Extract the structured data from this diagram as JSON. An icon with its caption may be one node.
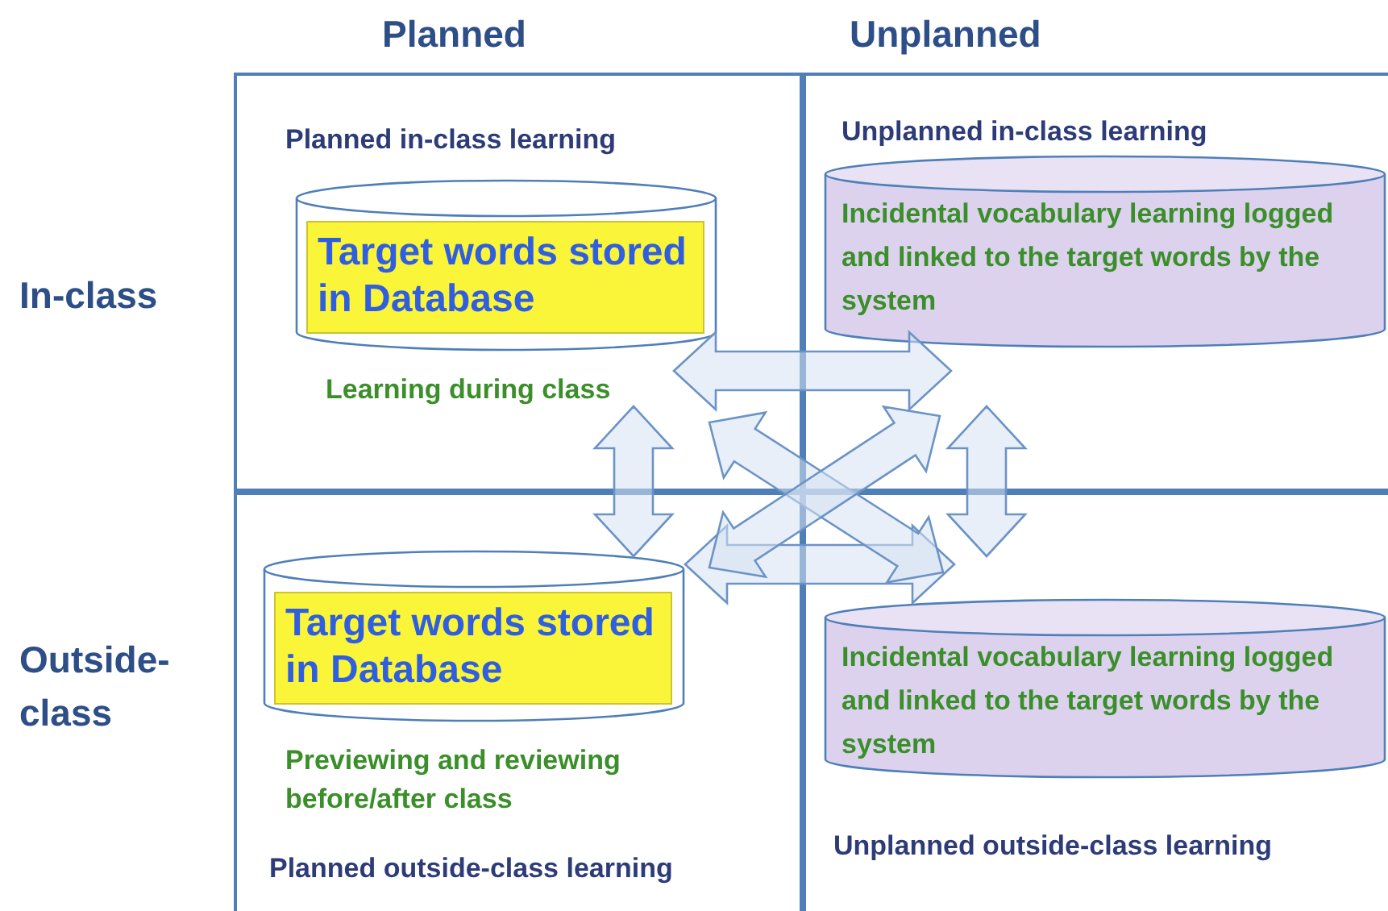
{
  "diagram": {
    "nodes": [
      {
        "text": [
          "Planned in-class learning"
        ]
      },
      {
        "text": [
          "Target words stored in Database"
        ],
        "in": 0,
        "beside": [
          "Learning during class"
        ]
      },
      {
        "text": [
          "Unplanned in-class learning"
        ]
      },
      {
        "text": [
          "Incidental vocabulary learning logged and linked to the target words by the system"
        ],
        "in": 2
      },
      {
        "text": [
          "Planned outside-class learning"
        ]
      },
      {
        "text": [
          "Target words stored in Database"
        ],
        "in": 4,
        "beside": [
          "Previewing and reviewing before/after class"
        ]
      },
      {
        "text": [
          "Unplanned outside-class learning"
        ]
      },
      {
        "text": [
          "Incidental vocabulary learning logged and linked to the target words by the system"
        ],
        "in": 6
      }
    ],
    "edges": [
      {
        "from": 1,
        "to": 3,
        "arrow": "both"
      },
      {
        "from": 5,
        "to": 7,
        "arrow": "both"
      },
      {
        "from": 1,
        "to": 5,
        "arrow": "both"
      },
      {
        "from": 3,
        "to": 7,
        "arrow": "both"
      },
      {
        "from": 1,
        "to": 7,
        "arrow": "both"
      },
      {
        "from": 3,
        "to": 5,
        "arrow": "both"
      }
    ],
    "labels": [
      "Planned",
      "Unplanned",
      "In-class",
      "Outside-class"
    ]
  }
}
